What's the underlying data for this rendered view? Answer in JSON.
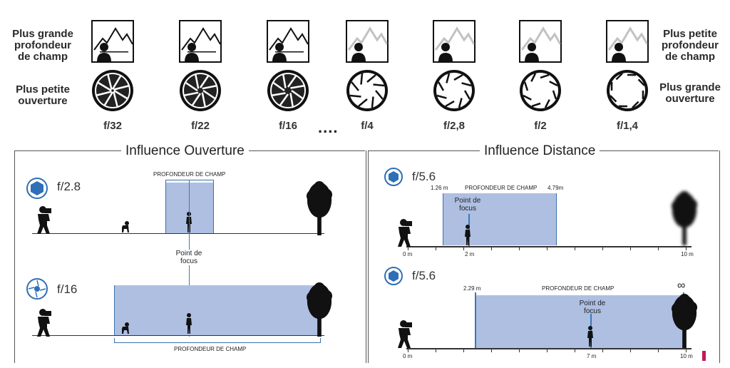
{
  "top": {
    "label_more_depth": "Plus grande profondeur de champ",
    "label_less_depth": "Plus petite profondeur de champ",
    "label_small_aperture": "Plus petite ouverture",
    "label_big_aperture": "Plus grande ouverture",
    "ellipsis": "....",
    "fstops": [
      "f/32",
      "f/22",
      "f/16",
      "f/4",
      "f/2,8",
      "f/2",
      "f/1,4"
    ]
  },
  "left_panel": {
    "title": "Influence Ouverture",
    "row1_fstop": "f/2.8",
    "row1_dof_label": "PROFONDEUR DE CHAMP",
    "focus_label": "Point de focus",
    "row2_fstop": "f/16",
    "row2_dof_label": "PROFONDEUR DE CHAMP"
  },
  "right_panel": {
    "title": "Influence Distance",
    "row1_fstop": "f/5.6",
    "row1_near": "1.26 m",
    "row1_dof_label": "PROFONDEUR DE CHAMP",
    "row1_far": "4.79m",
    "row1_focus_label": "Point de focus",
    "row1_tick_start": "0 m",
    "row1_tick_focus": "2 m",
    "row1_tick_end": "10 m",
    "row2_fstop": "f/5.6",
    "row2_near": "2.29 m",
    "row2_dof_label": "PROFONDEUR DE CHAMP",
    "row2_far": "∞",
    "row2_focus_label": "Point de focus",
    "row2_tick_start": "0 m",
    "row2_tick_focus": "7 m",
    "row2_tick_end": "10 m"
  },
  "colors": {
    "dof_fill": "#aebfe2",
    "accent_blue": "#2f6fb6"
  },
  "icons": [
    "landscape-person-icon",
    "aperture-icon",
    "photographer-icon",
    "dog-icon",
    "tree-icon",
    "person-icon"
  ]
}
